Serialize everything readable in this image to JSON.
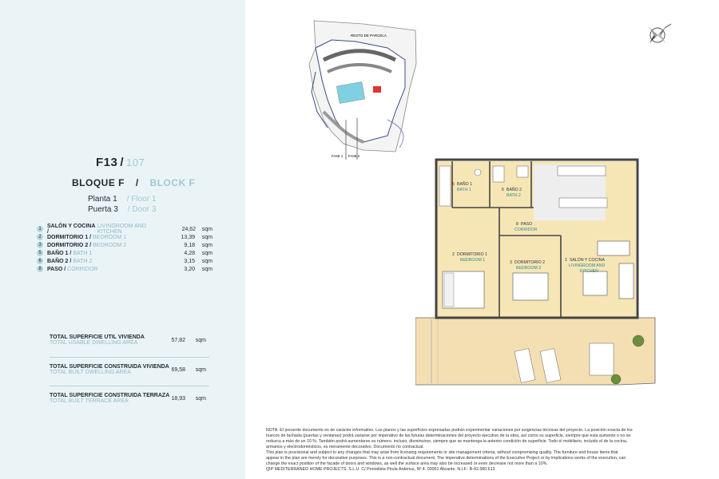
{
  "unit": {
    "code": "F13",
    "separator": "/",
    "number": "107"
  },
  "block": {
    "es": "BLOQUE F",
    "separator": "/",
    "en": "BLOCK F"
  },
  "floor": {
    "es": "Planta 1",
    "en": "/ Floor 1"
  },
  "door": {
    "es": "Puerta 3",
    "en": "/ Door 3"
  },
  "rooms": [
    {
      "n": "1",
      "es": "SALÓN Y COCINA /",
      "en": "LIVINGROOM AND KITCHEN",
      "area": "24,62",
      "unit": "sqm"
    },
    {
      "n": "2",
      "es": "DORMITORIO 1 /",
      "en": "BEDROOM 1",
      "area": "13,39",
      "unit": "sqm"
    },
    {
      "n": "3",
      "es": "DORMITORIO 2 /",
      "en": "BEDROOM 2",
      "area": "9,18",
      "unit": "sqm"
    },
    {
      "n": "5",
      "es": "BAÑO 1 /",
      "en": "BATH 1",
      "area": "4,28",
      "unit": "sqm"
    },
    {
      "n": "6",
      "es": "BAÑO 2 /",
      "en": "BATH 2",
      "area": "3,15",
      "unit": "sqm"
    },
    {
      "n": "8",
      "es": "PASO /",
      "en": "CORRIDOR",
      "area": "3,20",
      "unit": "sqm"
    }
  ],
  "totals": [
    {
      "es": "TOTAL SUPERFICIE UTIL VIVIENDA",
      "en": "TOTAL USABLE DWELLING AREA",
      "value": "57,82",
      "unit": "sqm"
    },
    {
      "es": "TOTAL SUPERFICIE CONSTRUIDA VIVIENDA",
      "en": "TOTAL BUILT DWELLING AREA",
      "value": "69,58",
      "unit": "sqm"
    },
    {
      "es": "TOTAL SUPERFICIE CONSTRUIDA TERRAZA",
      "en": "TOTAL BUILT TERRACE AREA",
      "value": "18,93",
      "unit": "sqm"
    }
  ],
  "siteplan": {
    "label_rest": "RESTO DE PARCELA",
    "phase1": "FASE 1",
    "phase2": "FASE 2"
  },
  "plan_labels": {
    "bath1_es": "BAÑO 1",
    "bath1_en": "BATH 1",
    "bath2_es": "BAÑO 2",
    "bath2_en": "BATH 2",
    "corridor_es": "PASO",
    "corridor_en": "CORRIDOR",
    "bed1_es": "DORMITORIO 1",
    "bed1_en": "BEDROOM 1",
    "bed2_es": "DORMITORIO 2",
    "bed2_en": "BEDROOM 2",
    "living_es": "SALÓN Y COCINA",
    "living_en1": "LIVINGROOM AND",
    "living_en2": "KITCHEN",
    "n5": "5",
    "n6": "6",
    "n8": "8",
    "n2": "2",
    "n3": "3",
    "n1": "1"
  },
  "note_lines": [
    "NOTA: El presente documento es de carácter informativo. Los planos y las superficies expresadas podrán experimentar variaciones por exigencias técnicas del proyecto. La posición exacta de los",
    "huecos de fachada (puertas y ventanas) podrá variarse por imperativo de las futuras determinaciones del proyecto ejecutivo de la obra, así como su superficie, siempre que esta aumente o no se",
    "reduzca a más de un 10 %. También podrá aumentarse su número, incluso, disminuirse, siempre que se mantenga la anterior condición de superficie. Todo el mobiliario, incluido el de la cocina,",
    "armarios y electrodomésticos, es meramente decorativo. Documento no contractual.",
    "This plan is provisional and subject to any changes that may arise from licensing requirements or site management criteria, without compromising quality. The furniture and house items that",
    "appear in the plan are merely for decorative purposes. This is a non-contractual document. The imperative determinations of the Executive Project or by implications works of the execution, can",
    "change the exact position of the facade of doors and windows, as well the surface area may also be increased or even decrease not more than a 10%.",
    "QIP MEDITERRÁNEO HOME PROJECTS, S.L.U. C/ Periodista Pirula Arderius, Nº 4. 03001 Alicante. N.I.F.: B-42.580.613"
  ],
  "colors": {
    "sidebar": "#eaf4f7",
    "accent": "#9fc9d3",
    "room_fill": "#f6e6b6",
    "terrace": "#f3dfb2",
    "wall": "#4a4a4a"
  }
}
